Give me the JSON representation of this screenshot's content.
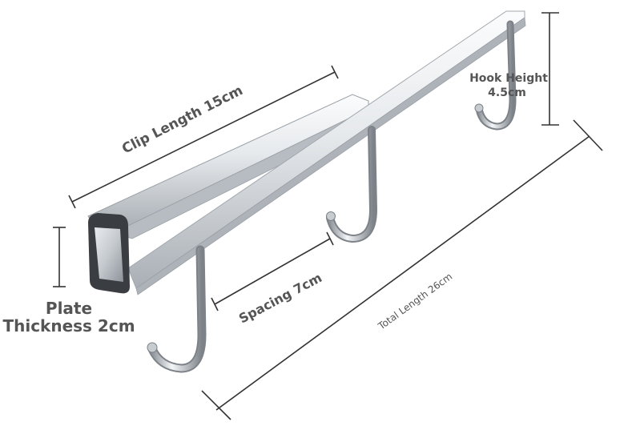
{
  "labels": {
    "clip_length": "Clip Length 15cm",
    "plate_thickness_line1": "Plate",
    "plate_thickness_line2": "Thickness 2cm",
    "spacing": "Spacing 7cm",
    "total_length": "Total Length 26cm",
    "hook_height_line1": "Hook Height",
    "hook_height_line2": "4.5cm"
  },
  "colors": {
    "steel_light": "#f2f4f6",
    "steel_mid": "#c9ced4",
    "steel_dark": "#7d838a",
    "text": "#555555",
    "line": "#333333"
  }
}
